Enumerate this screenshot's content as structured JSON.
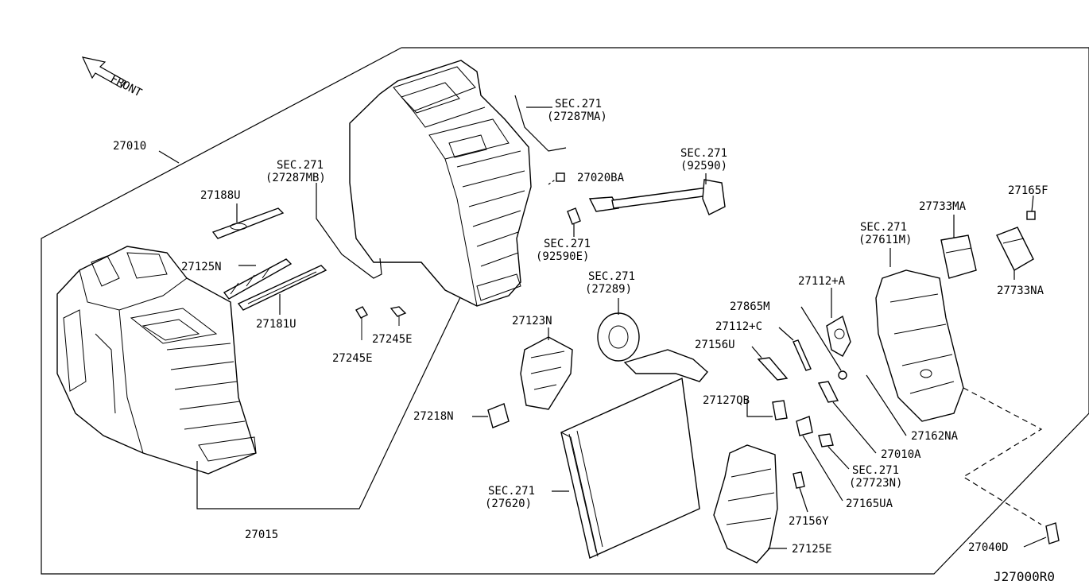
{
  "diagram": {
    "front_label": "FRONT",
    "ref_code": "J27000R0",
    "labels": [
      {
        "id": "27010",
        "text": "27010"
      },
      {
        "id": "sec271_mb_sec",
        "text": "SEC.271"
      },
      {
        "id": "sec271_mb_num",
        "text": "(27287MB)"
      },
      {
        "id": "27188u",
        "text": "27188U"
      },
      {
        "id": "27125n",
        "text": "27125N"
      },
      {
        "id": "27181u",
        "text": "27181U"
      },
      {
        "id": "27245e_a",
        "text": "27245E"
      },
      {
        "id": "27245e_b",
        "text": "27245E"
      },
      {
        "id": "27015",
        "text": "27015"
      },
      {
        "id": "sec271_ma_sec",
        "text": "SEC.271"
      },
      {
        "id": "sec271_ma_num",
        "text": "(27287MA)"
      },
      {
        "id": "27020ba",
        "text": "27020BA"
      },
      {
        "id": "sec271_92590_sec",
        "text": "SEC.271"
      },
      {
        "id": "sec271_92590_num",
        "text": "(92590)"
      },
      {
        "id": "sec271_92590e_sec",
        "text": "SEC.271"
      },
      {
        "id": "sec271_92590e_num",
        "text": "(92590E)"
      },
      {
        "id": "sec271_27289_sec",
        "text": "SEC.271"
      },
      {
        "id": "sec271_27289_num",
        "text": "(27289)"
      },
      {
        "id": "27123n",
        "text": "27123N"
      },
      {
        "id": "27218n",
        "text": "27218N"
      },
      {
        "id": "sec271_27620_sec",
        "text": "SEC.271"
      },
      {
        "id": "sec271_27620_num",
        "text": "(27620)"
      },
      {
        "id": "27165f",
        "text": "27165F"
      },
      {
        "id": "27733ma",
        "text": "27733MA"
      },
      {
        "id": "sec271_27611m_sec",
        "text": "SEC.271"
      },
      {
        "id": "sec271_27611m_num",
        "text": "(27611M)"
      },
      {
        "id": "27733na",
        "text": "27733NA"
      },
      {
        "id": "27112a",
        "text": "27112+A"
      },
      {
        "id": "27865m",
        "text": "27865M"
      },
      {
        "id": "27112c",
        "text": "27112+C"
      },
      {
        "id": "27156u",
        "text": "27156U"
      },
      {
        "id": "27162na",
        "text": "27162NA"
      },
      {
        "id": "27010a",
        "text": "27010A"
      },
      {
        "id": "27127qb",
        "text": "27127QB"
      },
      {
        "id": "sec271_27723n_sec",
        "text": "SEC.271"
      },
      {
        "id": "sec271_27723n_num",
        "text": "(27723N)"
      },
      {
        "id": "27165ua",
        "text": "27165UA"
      },
      {
        "id": "27156y",
        "text": "27156Y"
      },
      {
        "id": "27125e",
        "text": "27125E"
      },
      {
        "id": "27040d",
        "text": "27040D"
      }
    ]
  }
}
